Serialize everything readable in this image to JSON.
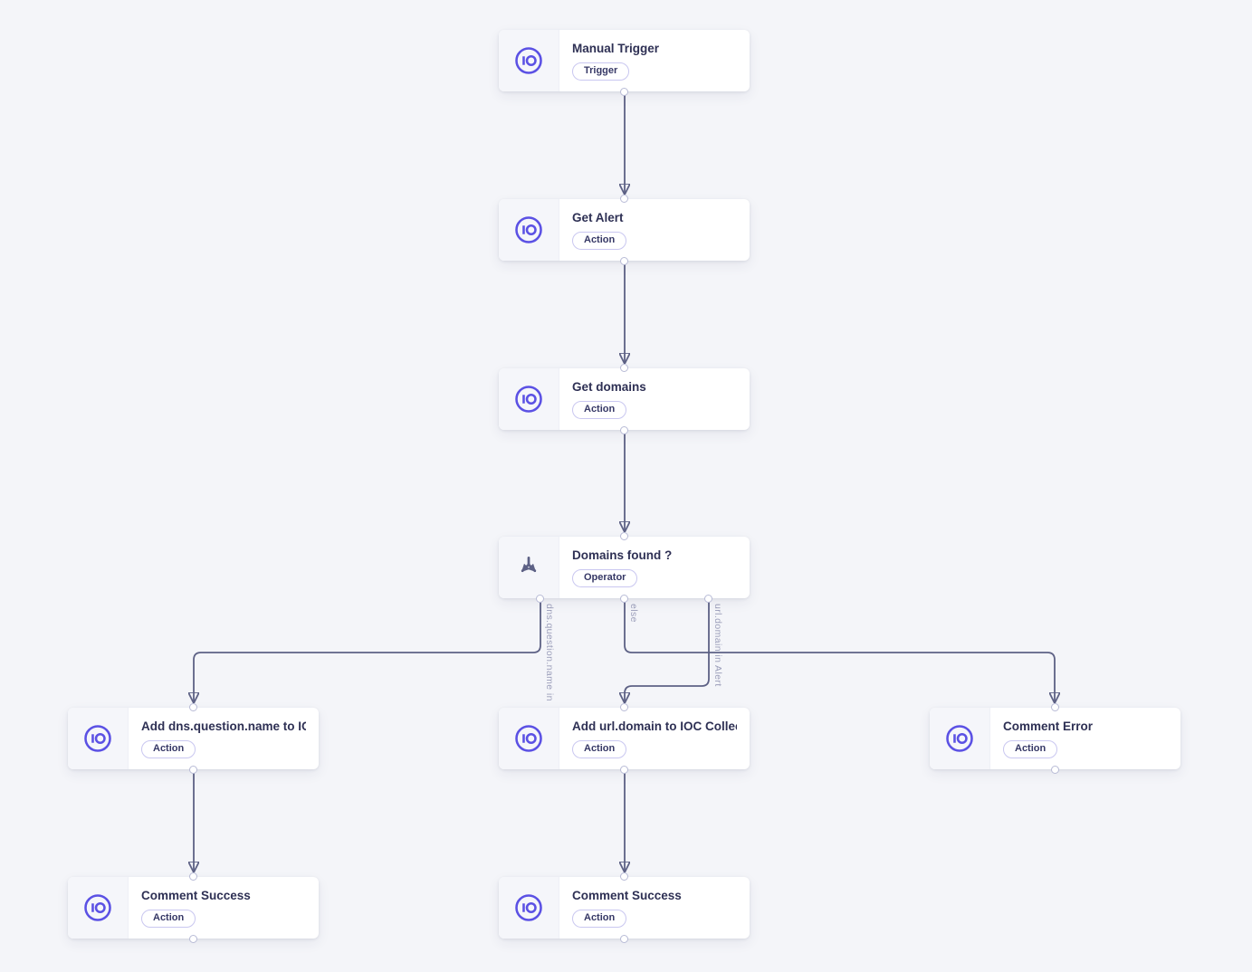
{
  "palette": {
    "background": "#f4f5f9",
    "node_background": "#ffffff",
    "icon_panel_background": "#f5f6fa",
    "accent_indigo": "#5b51e4",
    "edge_color": "#5d6185",
    "port_border": "#b8bbd6",
    "title_color": "#2e3054",
    "badge_border": "#c9c7f0",
    "edge_label_color": "#9b9eba"
  },
  "nodes": [
    {
      "title": "Manual Trigger",
      "badge": "Trigger",
      "icon": "sekoia-io-logo"
    },
    {
      "title": "Get Alert",
      "badge": "Action",
      "icon": "sekoia-io-logo"
    },
    {
      "title": "Get domains",
      "badge": "Action",
      "icon": "sekoia-io-logo"
    },
    {
      "title": "Domains found ?",
      "badge": "Operator",
      "icon": "fork-split"
    },
    {
      "title": "Add dns.question.name to IOC ...",
      "badge": "Action",
      "icon": "sekoia-io-logo"
    },
    {
      "title": "Add url.domain to IOC Collection",
      "badge": "Action",
      "icon": "sekoia-io-logo"
    },
    {
      "title": "Comment Error",
      "badge": "Action",
      "icon": "sekoia-io-logo"
    },
    {
      "title": "Comment Success",
      "badge": "Action",
      "icon": "sekoia-io-logo"
    },
    {
      "title": "Comment Success",
      "badge": "Action",
      "icon": "sekoia-io-logo"
    }
  ],
  "edge_labels": [
    {
      "text": "dns.question.name in Alert"
    },
    {
      "text": "else"
    },
    {
      "text": "url.domain in Alert"
    }
  ]
}
